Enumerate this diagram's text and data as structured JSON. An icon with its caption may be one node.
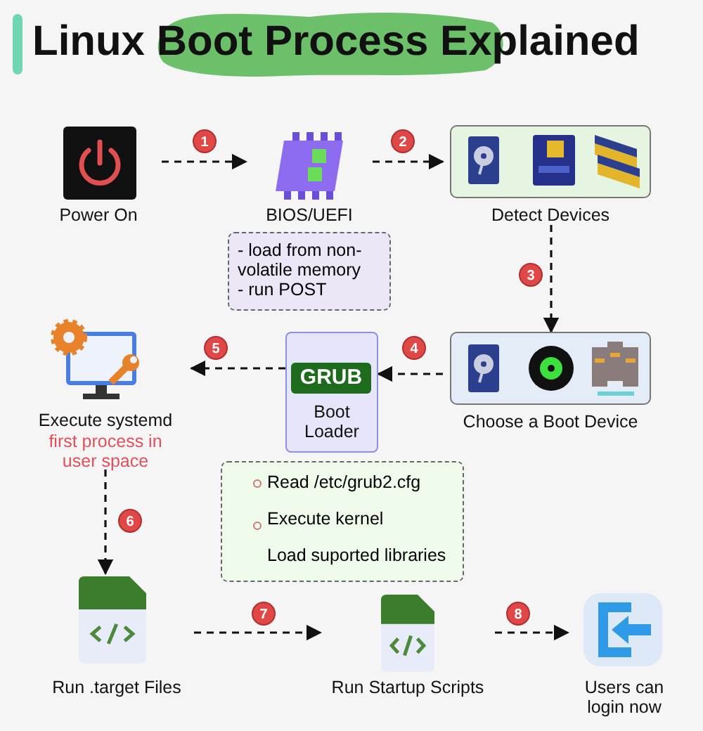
{
  "diagram": {
    "title": "Linux Boot Process Explained",
    "nodes": [
      {
        "text": [
          "Power On"
        ]
      },
      {
        "text": [
          "BIOS/UEFI"
        ]
      },
      {
        "text": [
          "Detect Devices"
        ]
      },
      {
        "text": [
          "- load from non-volatile memory",
          "- run POST"
        ]
      },
      {
        "text": [
          "Choose a Boot Device"
        ]
      },
      {
        "text": [
          "GRUB",
          "Boot Loader"
        ]
      },
      {
        "text": [
          "Execute systemd",
          "first process in user space"
        ]
      },
      {
        "text": [
          "Read /etc/grub2.cfg",
          "Execute kernel",
          "Load suported libraries"
        ]
      },
      {
        "text": [
          "Run .target Files"
        ]
      },
      {
        "text": [
          "Run Startup Scripts"
        ]
      },
      {
        "text": [
          "Users can login now"
        ]
      }
    ],
    "edges": [
      {
        "from": 0,
        "to": 1,
        "arrow": "to",
        "label": "1",
        "style": "dashed"
      },
      {
        "from": 1,
        "to": 2,
        "arrow": "to",
        "label": "2",
        "style": "dashed"
      },
      {
        "from": 2,
        "to": 4,
        "arrow": "to",
        "label": "3",
        "style": "dashed"
      },
      {
        "from": 4,
        "to": 5,
        "arrow": "to",
        "label": "4",
        "style": "dashed"
      },
      {
        "from": 5,
        "to": 6,
        "arrow": "to",
        "label": "5",
        "style": "dashed"
      },
      {
        "from": 6,
        "to": 8,
        "arrow": "to",
        "label": "6",
        "style": "dashed"
      },
      {
        "from": 8,
        "to": 9,
        "arrow": "to",
        "label": "7",
        "style": "dashed"
      },
      {
        "from": 9,
        "to": 10,
        "arrow": "to",
        "label": "8",
        "style": "dashed"
      }
    ]
  }
}
